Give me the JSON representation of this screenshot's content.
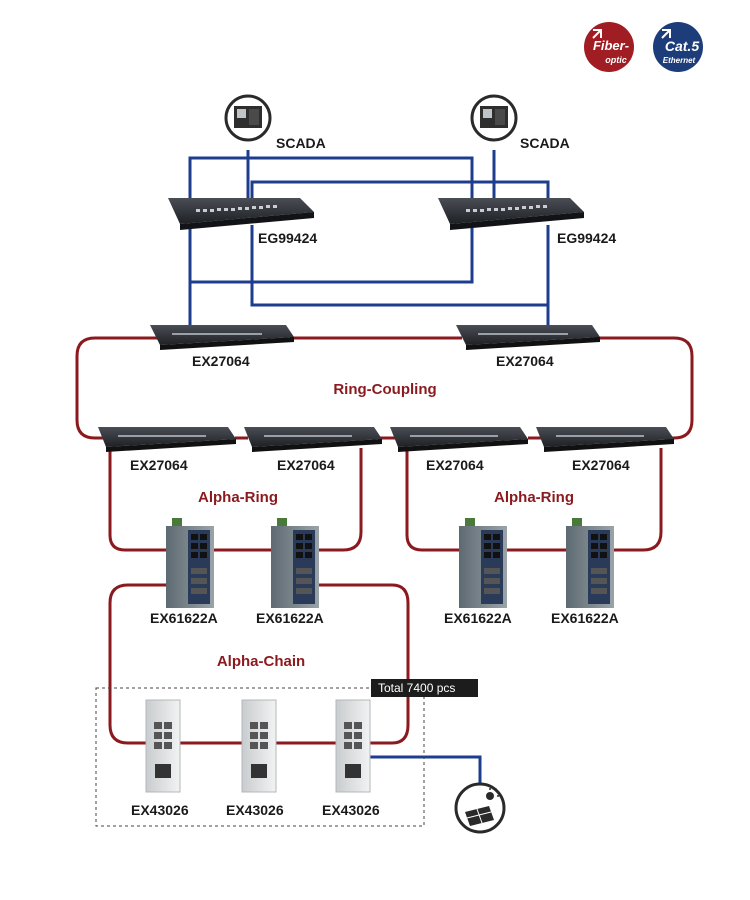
{
  "badges": {
    "fiber": {
      "line1": "Fiber-",
      "line2": "optic",
      "color": "#a11d24"
    },
    "cat5": {
      "line1": "Cat.5",
      "line2": "Ethernet",
      "color": "#1d3d7a"
    }
  },
  "colors": {
    "fiber_link": "#8b1a1f",
    "copper_link": "#1d3d8f"
  },
  "scada": {
    "left": "SCADA",
    "right": "SCADA"
  },
  "core": {
    "left": "EG99424",
    "right": "EG99424"
  },
  "ring_coupling": {
    "label": "Ring-Coupling",
    "left": "EX27064",
    "right": "EX27064"
  },
  "alpha_ring_left": {
    "label": "Alpha-Ring",
    "switches": [
      "EX27064",
      "EX27064"
    ],
    "din": [
      "EX61622A",
      "EX61622A"
    ]
  },
  "alpha_ring_right": {
    "label": "Alpha-Ring",
    "switches": [
      "EX27064",
      "EX27064"
    ],
    "din": [
      "EX61622A",
      "EX61622A"
    ]
  },
  "alpha_chain": {
    "label": "Alpha-Chain",
    "total": "Total 7400 pcs",
    "devices": [
      "EX43026",
      "EX43026",
      "EX43026"
    ]
  },
  "icons": [
    "scada-server-icon",
    "solar-panel-icon",
    "fiber-optic-badge-icon",
    "cat5-ethernet-badge-icon"
  ]
}
